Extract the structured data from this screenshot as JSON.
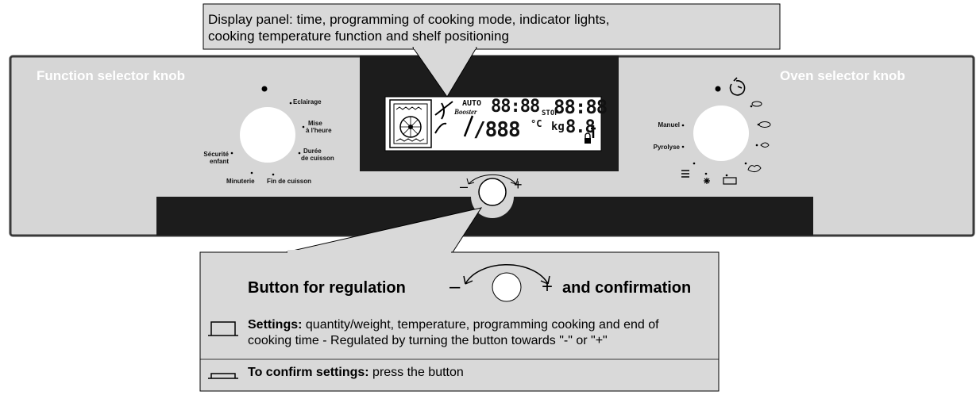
{
  "callouts": {
    "display_line1": "Display panel: time, programming of cooking mode, indicator lights,",
    "display_line2": "cooking temperature function and shelf positioning"
  },
  "panel": {
    "left_title": "Function selector knob",
    "right_title": "Oven selector knob"
  },
  "function_dial": {
    "eclairage": "Eclairage",
    "mise_line1": "Mise",
    "mise_line2": "à l'heure",
    "duree_line1": "Durée",
    "duree_line2": "de cuisson",
    "fin": "Fin de cuisson",
    "minuterie": "Minuterie",
    "securite_line1": "Sécurité",
    "securite_line2": "enfant"
  },
  "oven_dial": {
    "manuel": "Manuel",
    "pyrolyse": "Pyrolyse"
  },
  "lcd": {
    "auto": "AUTO",
    "booster": "Booster",
    "digits_left": "88:88",
    "stop": "STOP",
    "digits_right": "88:88",
    "temp": "/888",
    "deg": "°C",
    "kg": "kg",
    "weight": "8.8"
  },
  "knob_signs": {
    "minus": "–",
    "plus": "+"
  },
  "button_section": {
    "title_left": "Button for regulation",
    "minus": "–",
    "plus": "+",
    "title_right": "and confirmation",
    "settings_label": "Settings:",
    "settings_text_line1": " quantity/weight, temperature, programming cooking and end of",
    "settings_text_line2": "cooking time - Regulated by turning the button towards \"-\" or \"+\"",
    "confirm_label": "To confirm settings:",
    "confirm_text": " press the button"
  },
  "colors": {
    "panel": "#d6d6d6",
    "panel_border": "#3a3a3a",
    "display_frame": "#1c1c1c",
    "callout_bg": "#d9d9d9",
    "lcd_bg": "#ffffff"
  }
}
